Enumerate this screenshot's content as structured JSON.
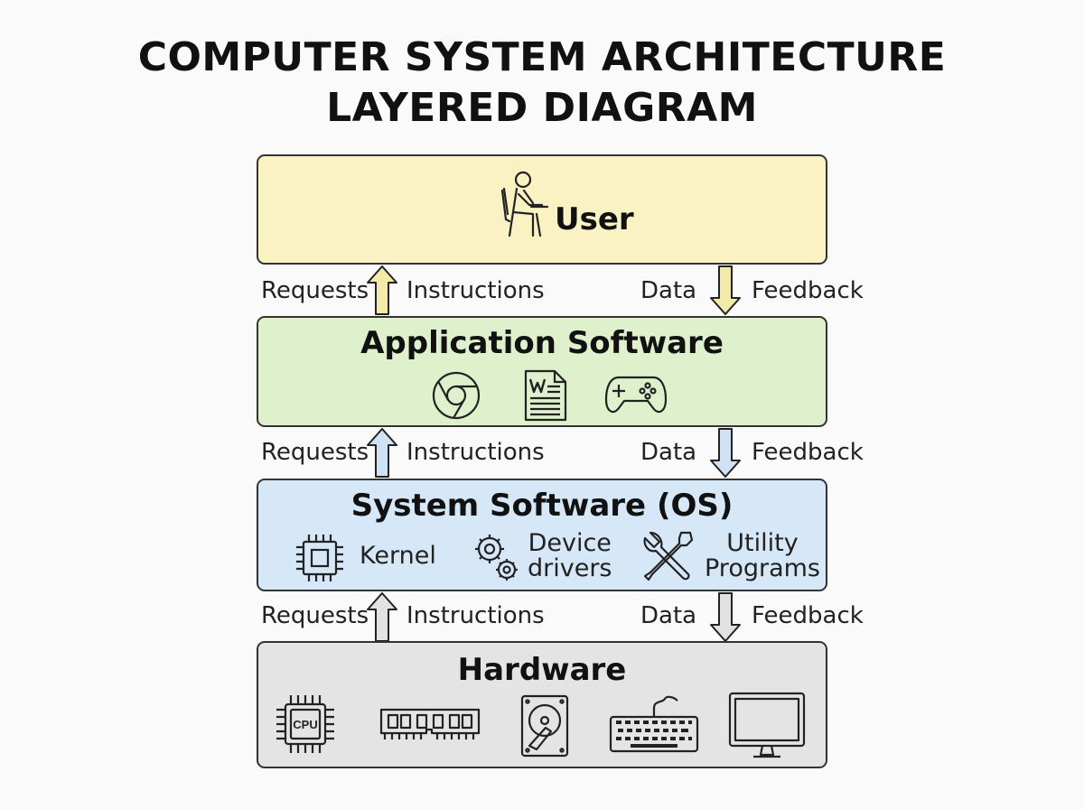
{
  "title": {
    "line1": "COMPUTER SYSTEM ARCHITECTURE",
    "line2": "LAYERED DIAGRAM"
  },
  "layers": {
    "user": {
      "label": "User",
      "fill": "#fbf2c4",
      "icon": "person-at-desk-icon"
    },
    "application": {
      "label": "Application Software",
      "fill": "#dff0cc",
      "icons": [
        "browser-icon",
        "word-document-icon",
        "gamepad-icon"
      ]
    },
    "os": {
      "label": "System Software (OS)",
      "fill": "#d6e7f7",
      "components": [
        {
          "label": "Kernel",
          "icon": "chip-icon"
        },
        {
          "line1": "Device",
          "line2": "drivers",
          "icon": "gears-icon"
        },
        {
          "line1": "Utility",
          "line2": "Programs",
          "icon": "tools-icon"
        }
      ]
    },
    "hardware": {
      "label": "Hardware",
      "fill": "#e4e4e4",
      "cpu_label": "CPU",
      "icons": [
        "cpu-icon",
        "ram-icon",
        "hard-drive-icon",
        "keyboard-icon",
        "monitor-icon"
      ]
    }
  },
  "connectors": [
    {
      "left": "Requests",
      "middle": "Instructions",
      "data": "Data",
      "right": "Feedback",
      "color": "#f3e9a8"
    },
    {
      "left": "Requests",
      "middle": "Instructions",
      "data": "Data",
      "right": "Feedback",
      "color": "#cfe2f5"
    },
    {
      "left": "Requests",
      "middle": "Instructions",
      "data": "Data",
      "right": "Feedback",
      "color": "#e2e2e2"
    }
  ]
}
